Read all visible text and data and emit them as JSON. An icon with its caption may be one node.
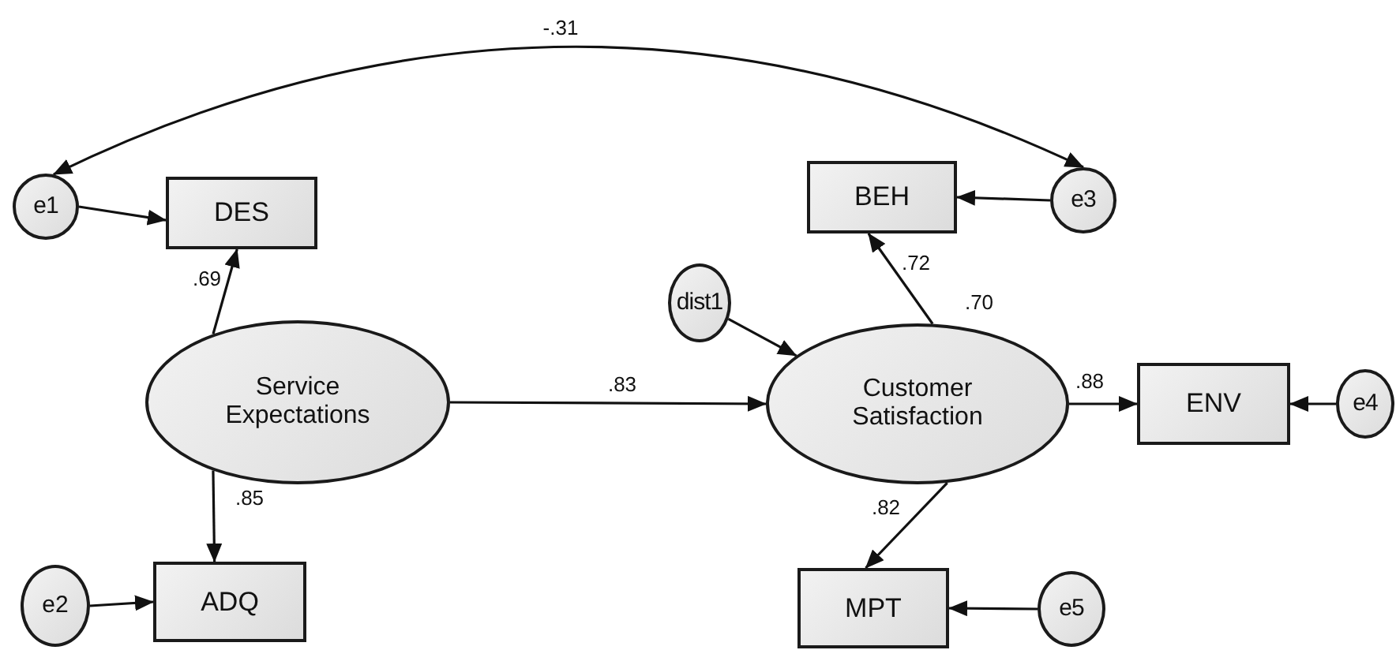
{
  "diagram": {
    "nodes": [
      {
        "text": [
          "e1"
        ]
      },
      {
        "text": [
          "DES"
        ]
      },
      {
        "text": [
          "BEH"
        ]
      },
      {
        "text": [
          "e3"
        ]
      },
      {
        "text": [
          "dist1"
        ]
      },
      {
        "text": [
          "Service Expectations"
        ]
      },
      {
        "text": [
          "Customer Satisfaction"
        ],
        "beside": [
          ".70"
        ]
      },
      {
        "text": [
          "ENV"
        ]
      },
      {
        "text": [
          "e4"
        ]
      },
      {
        "text": [
          "e2"
        ]
      },
      {
        "text": [
          "ADQ"
        ]
      },
      {
        "text": [
          "MPT"
        ]
      },
      {
        "text": [
          "e5"
        ]
      }
    ],
    "edges": [
      {
        "from": 0,
        "to": 3,
        "arrow": "both",
        "label": "-.31"
      },
      {
        "from": 0,
        "to": 1,
        "arrow": "to"
      },
      {
        "from": 3,
        "to": 2,
        "arrow": "to"
      },
      {
        "from": 5,
        "to": 1,
        "arrow": "to",
        "label": ".69"
      },
      {
        "from": 5,
        "to": 10,
        "arrow": "to",
        "label": ".85"
      },
      {
        "from": 9,
        "to": 10,
        "arrow": "to"
      },
      {
        "from": 4,
        "to": 6,
        "arrow": "to"
      },
      {
        "from": 5,
        "to": 6,
        "arrow": "to",
        "label": ".83"
      },
      {
        "from": 6,
        "to": 2,
        "arrow": "to",
        "label": ".72"
      },
      {
        "from": 6,
        "to": 7,
        "arrow": "to",
        "label": ".88"
      },
      {
        "from": 8,
        "to": 7,
        "arrow": "to"
      },
      {
        "from": 6,
        "to": 11,
        "arrow": "to",
        "label": ".82"
      },
      {
        "from": 12,
        "to": 11,
        "arrow": "to"
      }
    ]
  }
}
